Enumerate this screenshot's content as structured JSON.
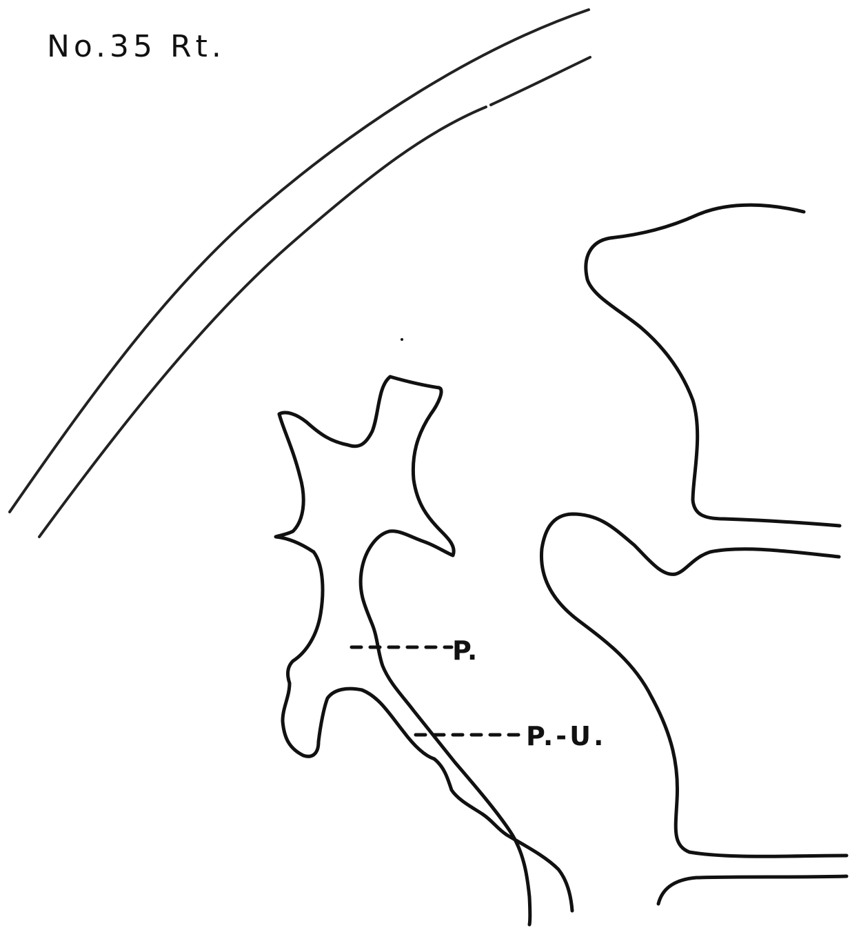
{
  "figure": {
    "specimen_label": "No.35 Rt.",
    "labels": {
      "p": "P.",
      "pu": "P.-U."
    },
    "colors": {
      "ink": "#111111",
      "background": "#ffffff"
    }
  }
}
